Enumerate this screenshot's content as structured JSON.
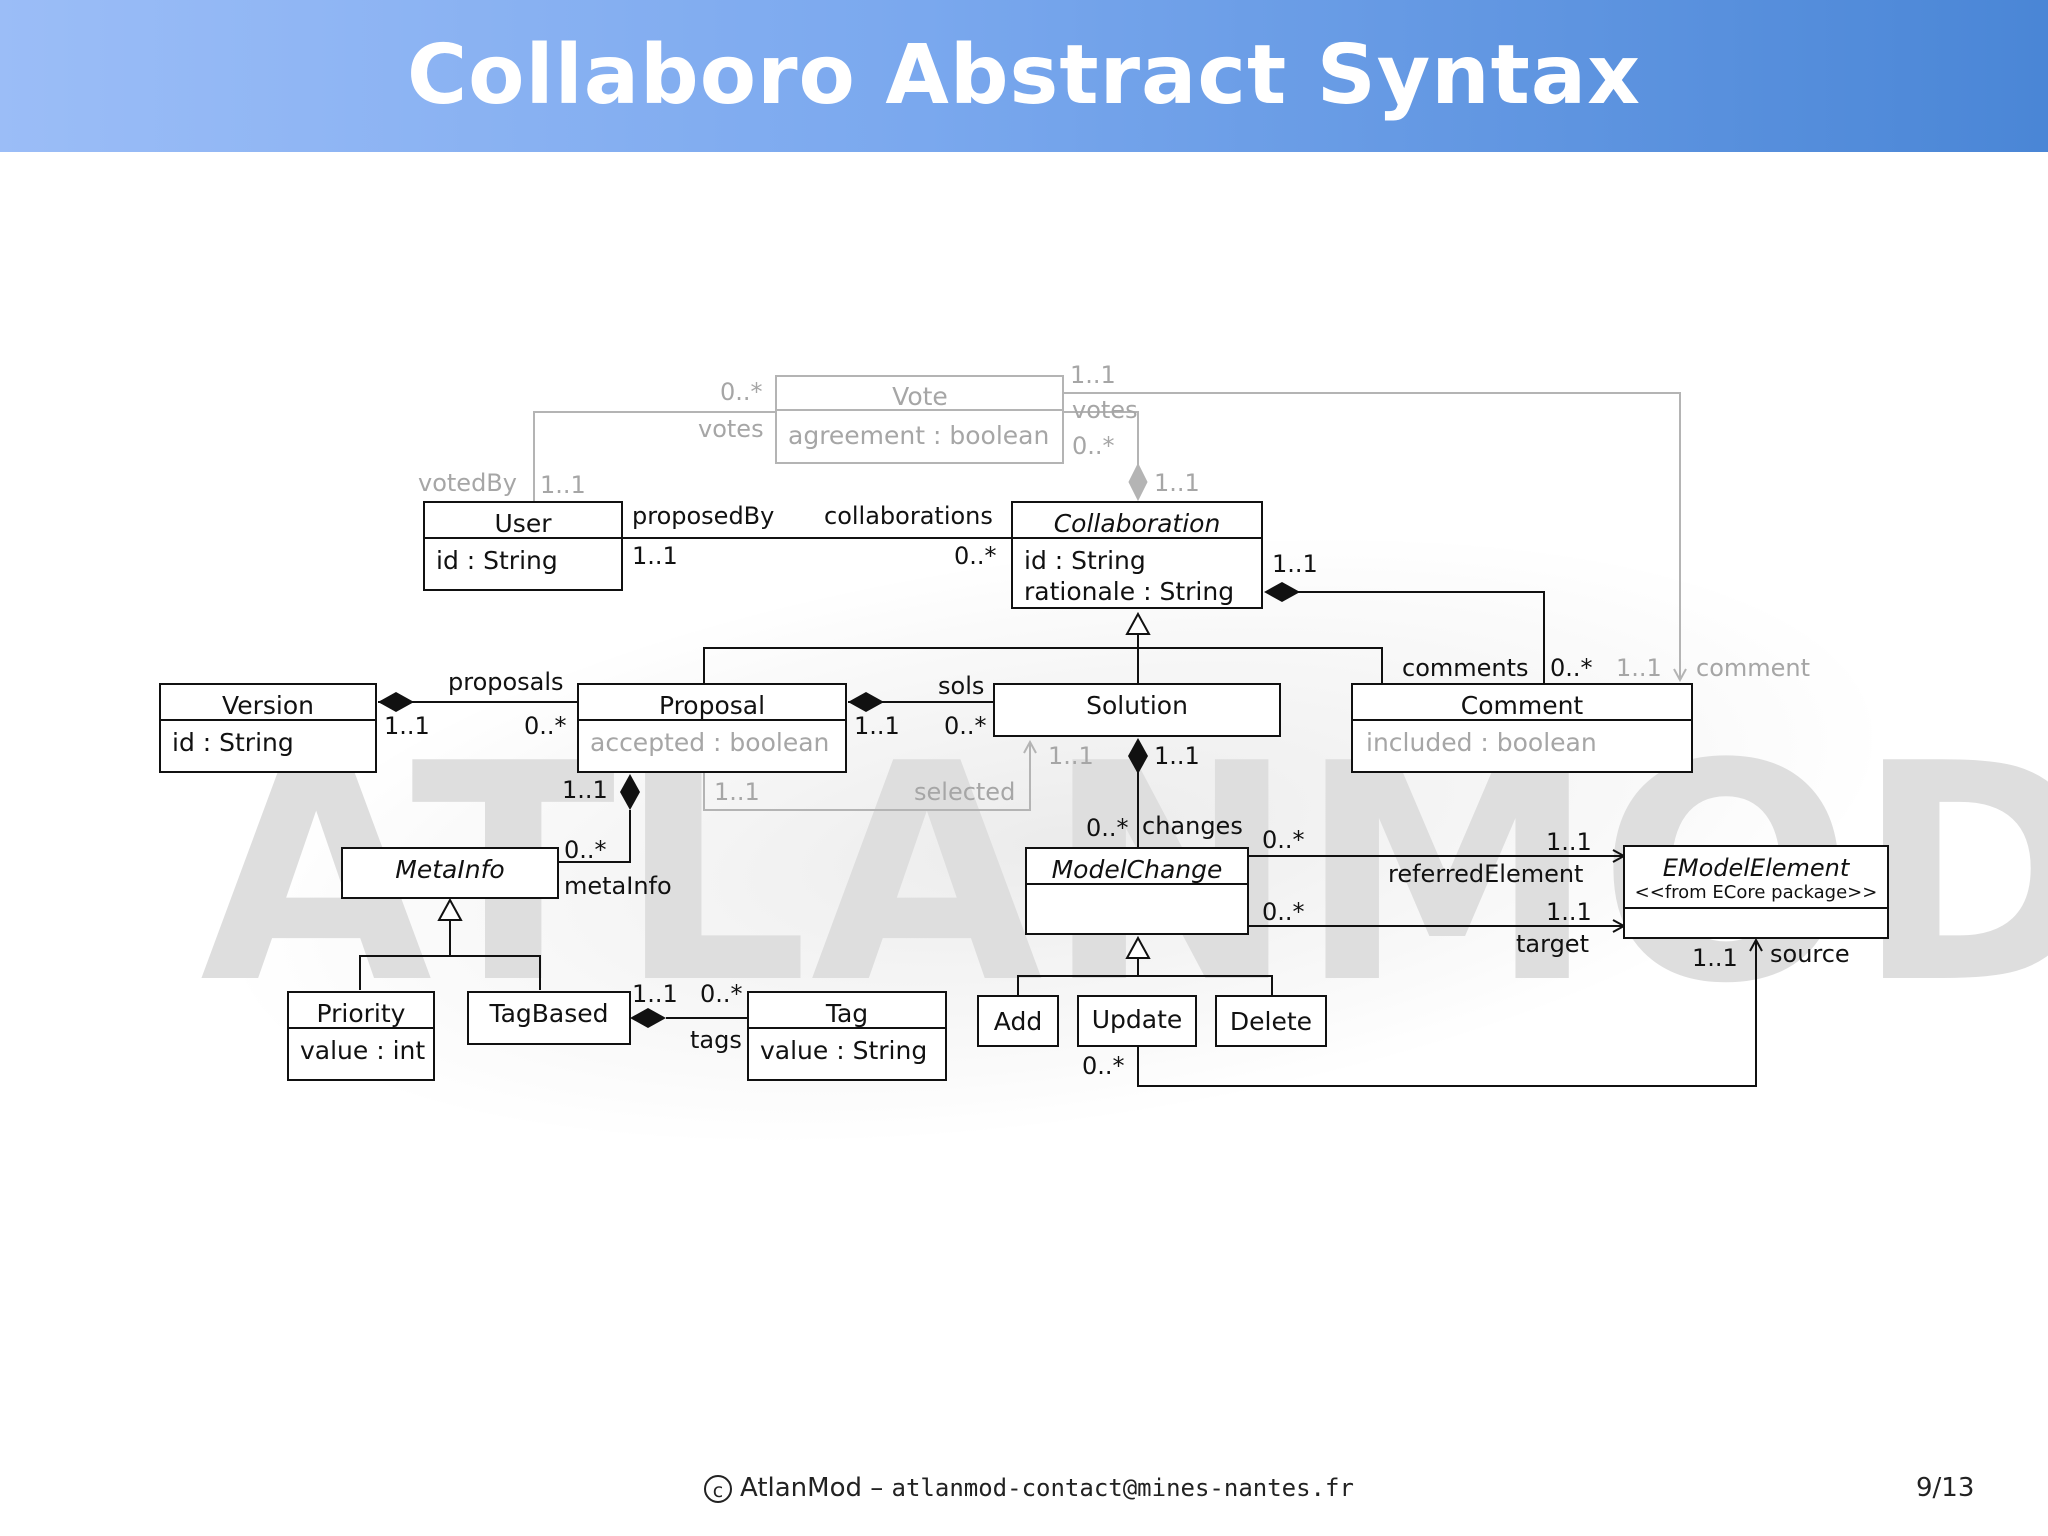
{
  "title": "Collaboro Abstract Syntax",
  "watermark": "ATLANMOD",
  "classes": {
    "vote": {
      "name": "Vote",
      "attrs": [
        "agreement : boolean"
      ]
    },
    "user": {
      "name": "User",
      "attrs": [
        "id : String"
      ]
    },
    "collaboration": {
      "name": "Collaboration",
      "attrs": [
        "id : String",
        "rationale : String"
      ]
    },
    "version": {
      "name": "Version",
      "attrs": [
        "id : String"
      ]
    },
    "proposal": {
      "name": "Proposal",
      "attrs": [
        "accepted : boolean"
      ]
    },
    "solution": {
      "name": "Solution",
      "attrs": []
    },
    "comment": {
      "name": "Comment",
      "attrs": [
        "included : boolean"
      ]
    },
    "metainfo": {
      "name": "MetaInfo",
      "attrs": []
    },
    "modelchange": {
      "name": "ModelChange",
      "attrs": []
    },
    "emodelelement": {
      "name": "EModelElement",
      "stereotype": "<<from ECore package>>",
      "attrs": []
    },
    "priority": {
      "name": "Priority",
      "attrs": [
        "value : int"
      ]
    },
    "tagbased": {
      "name": "TagBased",
      "attrs": []
    },
    "tag": {
      "name": "Tag",
      "attrs": [
        "value : String"
      ]
    },
    "add": {
      "name": "Add",
      "attrs": []
    },
    "update": {
      "name": "Update",
      "attrs": []
    },
    "delete": {
      "name": "Delete",
      "attrs": []
    }
  },
  "labels": {
    "vote_left_mult": "0..*",
    "vote_left_role": "votes",
    "votedby_role": "votedBy",
    "votedby_mult": "1..1",
    "vote_right_top_mult": "1..1",
    "vote_right_role": "votes",
    "vote_right_mult": "0..*",
    "vote_collab_mult": "1..1",
    "proposedby_role": "proposedBy",
    "proposedby_mult": "1..1",
    "collaborations_role": "collaborations",
    "collaborations_mult": "0..*",
    "collab_comment_mult": "1..1",
    "proposals_role": "proposals",
    "version_mult": "1..1",
    "proposals_mult": "0..*",
    "sols_role": "sols",
    "proposal_sols_mult": "1..1",
    "sols_mult": "0..*",
    "comments_role": "comments",
    "comments_mult": "0..*",
    "comment_target_mult": "1..1",
    "comment_role": "comment",
    "selected_solution_mult": "1..1",
    "solution_changes_mult": "1..1",
    "proposal_metainfo_mult": "1..1",
    "selected_proposal_mult": "1..1",
    "selected_role": "selected",
    "changes_mult": "0..*",
    "changes_role": "changes",
    "metainfo_mult": "0..*",
    "metainfo_role": "metaInfo",
    "referred_src_mult": "0..*",
    "referred_tgt_mult": "1..1",
    "referred_role": "referredElement",
    "target_src_mult": "0..*",
    "target_tgt_mult": "1..1",
    "target_role": "target",
    "source_mult": "1..1",
    "source_role": "source",
    "tags_src_mult": "1..1",
    "tags_tgt_mult": "0..*",
    "tags_role": "tags",
    "update_src_mult": "0..*"
  },
  "footer": {
    "copyright_symbol": "c",
    "org": "AtlanMod – ",
    "email": "atlanmod-contact@mines-nantes.fr",
    "page": "9/13"
  },
  "colors": {
    "header_start": "#9bbdf7",
    "header_end": "#4a86d6",
    "line_dark": "#111111",
    "line_light": "#b4b4b4",
    "text_light": "#a6a6a6"
  }
}
